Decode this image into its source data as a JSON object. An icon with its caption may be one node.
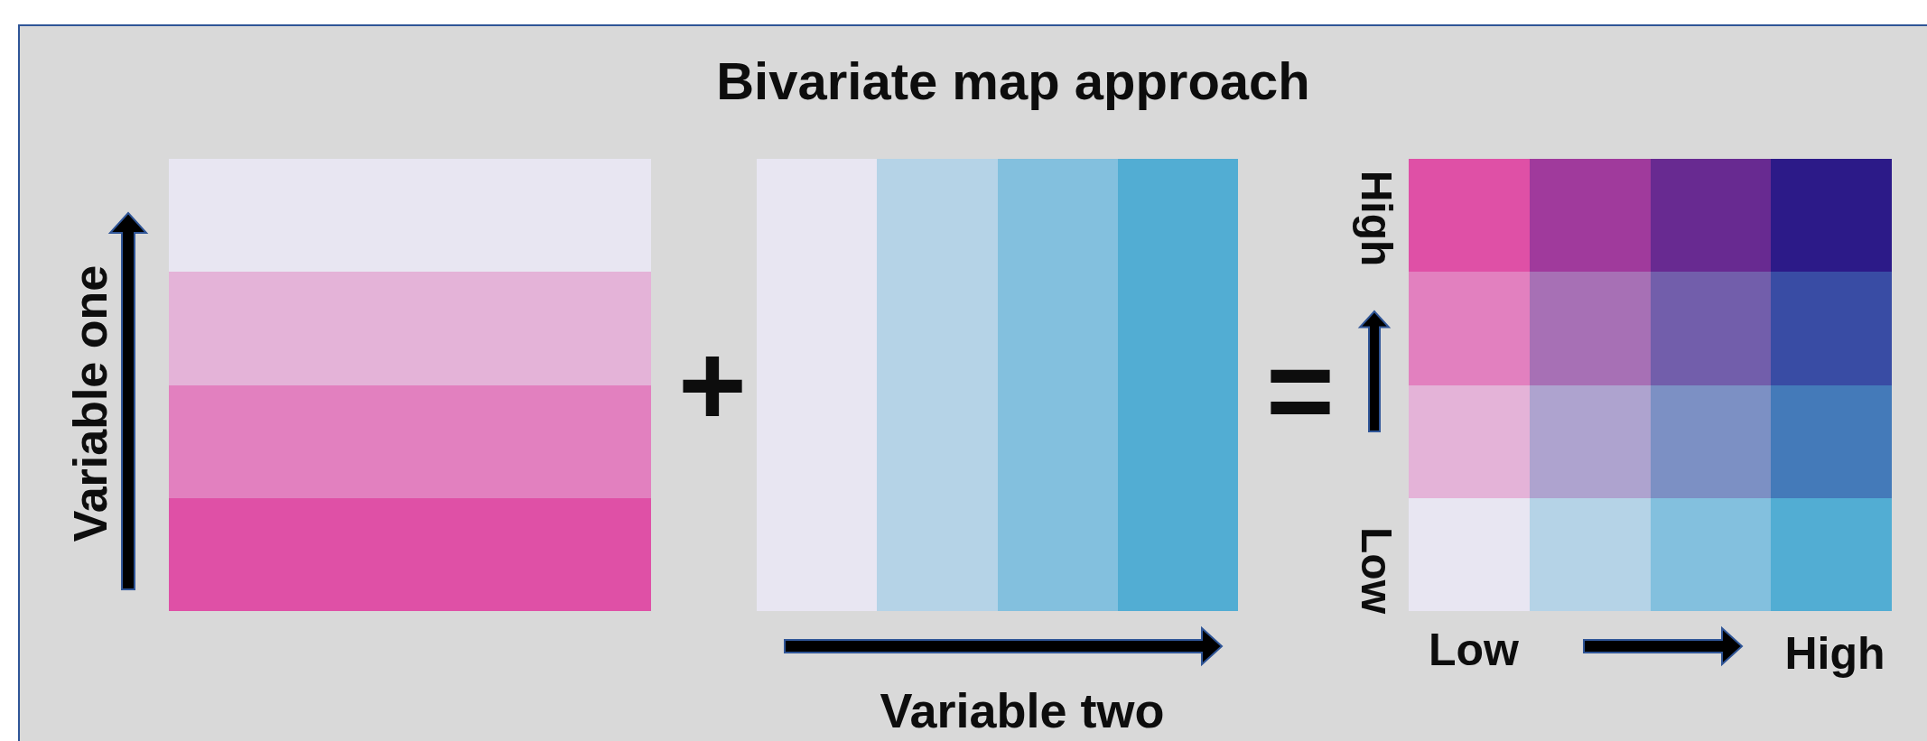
{
  "diagram": {
    "title": "Bivariate map approach",
    "labels": [
      "High",
      "Variable one",
      "+",
      "=",
      "Low",
      "Low",
      "High",
      "Variable two"
    ]
  }
}
